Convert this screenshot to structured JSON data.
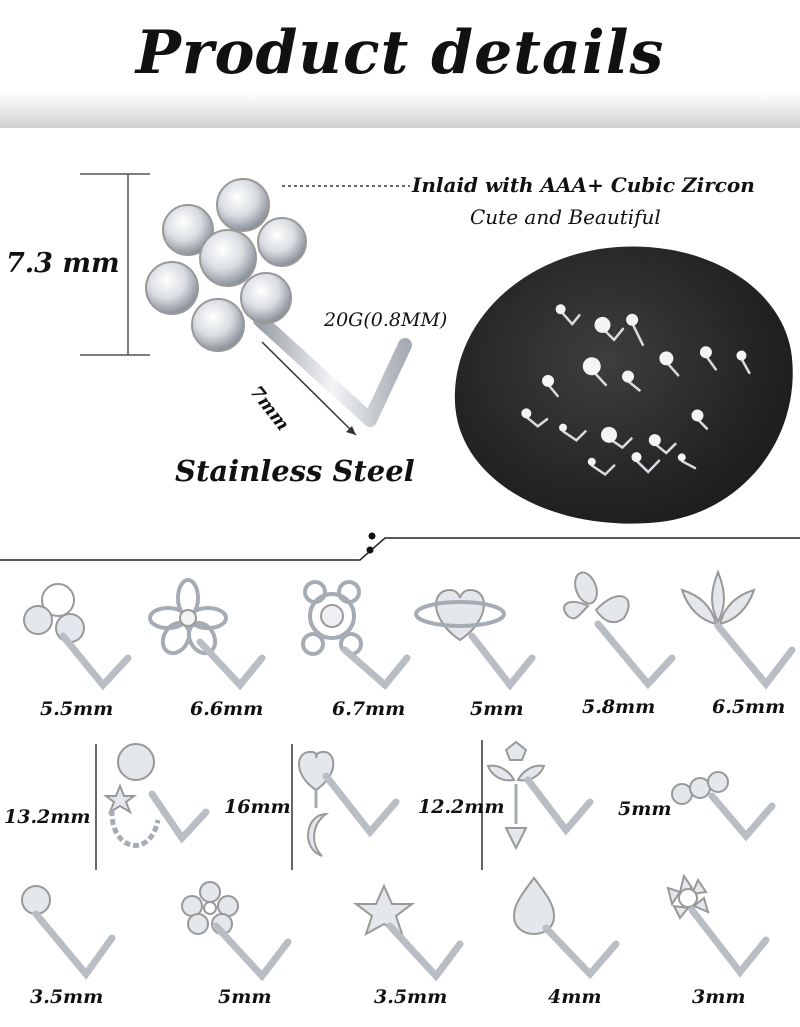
{
  "header": {
    "title": "Product details"
  },
  "hero": {
    "height_label": "7.3 mm",
    "gauge_label": "20G(0.8MM)",
    "length_label": "7mm",
    "material_label": "Stainless Steel",
    "feature_title": "Inlaid with AAA+ Cubic Zircon",
    "feature_subtitle": "Cute and Beautiful"
  },
  "colors": {
    "accent": "#111111",
    "metal": "#cfd3d8",
    "photo_bg": "#1f1f1f"
  },
  "grid": {
    "row1": [
      "5.5mm",
      "6.6mm",
      "6.7mm",
      "5mm",
      "5.8mm",
      "6.5mm"
    ],
    "row2": [
      "13.2mm",
      "16mm",
      "12.2mm",
      "5mm"
    ],
    "row3": [
      "3.5mm",
      "5mm",
      "3.5mm",
      "4mm",
      "3mm"
    ]
  }
}
